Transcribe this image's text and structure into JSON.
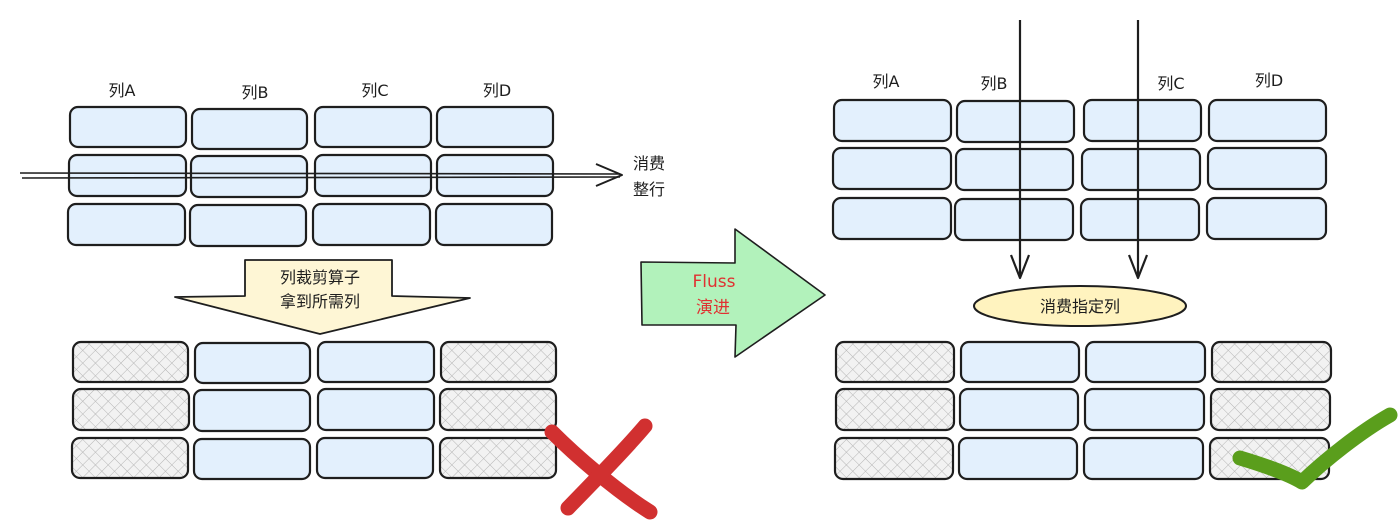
{
  "left_panel": {
    "columns": [
      "列A",
      "列B",
      "列C",
      "列D"
    ],
    "row_arrow_label": [
      "消费",
      "整行"
    ],
    "operator_label": [
      "列裁剪算子",
      "拿到所需列"
    ],
    "result_mark": "cross-mark"
  },
  "middle_arrow": {
    "label": [
      "Fluss",
      "演进"
    ]
  },
  "right_panel": {
    "columns": [
      "列A",
      "列B",
      "列C",
      "列D"
    ],
    "column_consume_label": "消费指定列",
    "result_mark": "check-mark"
  },
  "colors": {
    "cell_fill": "#e3f0fd",
    "operator_fill": "#fef6d5",
    "evolution_arrow_fill": "#b2f2bb",
    "evolution_text": "#e03131",
    "cross": "#d13030",
    "check": "#5a9e1c",
    "ellipse_fill": "#fff3bf"
  }
}
